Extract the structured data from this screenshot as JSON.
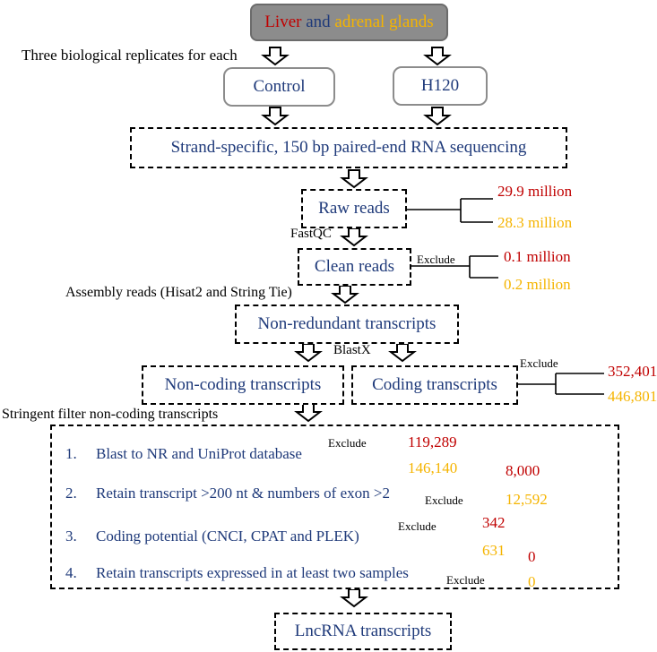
{
  "top_box": {
    "liver": "Liver",
    "and": "and",
    "adrenal": "adrenal glands"
  },
  "replicates_label": "Three biological replicates for each",
  "groups": {
    "control": "Control",
    "treatment": "H120"
  },
  "sequencing": "Strand-specific, 150 bp paired-end RNA sequencing",
  "raw_reads": {
    "label": "Raw reads",
    "red_value": "29.9 million",
    "gold_value": "28.3 million"
  },
  "fastqc_label": "FastQC",
  "clean_reads": {
    "label": "Clean reads",
    "exclude": "Exclude",
    "red_value": "0.1 million",
    "gold_value": "0.2 million"
  },
  "assembly_label": "Assembly reads (Hisat2 and String Tie)",
  "non_redundant": "Non-redundant transcripts",
  "blastx_label": "BlastX",
  "non_coding": "Non-coding transcripts",
  "coding": {
    "label": "Coding transcripts",
    "exclude": "Exclude",
    "red_value": "352,401",
    "gold_value": "446,801"
  },
  "filter_label": "Stringent filter non-coding transcripts",
  "filter_steps": [
    {
      "num": "1.",
      "text": "Blast to NR and UniProt database",
      "exclude": "Exclude",
      "red_value": "119,289",
      "gold_value": "146,140"
    },
    {
      "num": "2.",
      "text": "Retain transcript >200 nt & numbers of exon >2",
      "exclude": "Exclude",
      "red_value": "8,000",
      "gold_value": "12,592"
    },
    {
      "num": "3.",
      "text": "Coding potential (CNCI, CPAT and PLEK)",
      "exclude": "Exclude",
      "red_value": "342",
      "gold_value": "631"
    },
    {
      "num": "4.",
      "text": "Retain transcripts expressed in at least two samples",
      "exclude": "Exclude",
      "red_value": "0",
      "gold_value": "0"
    }
  ],
  "lncrna": "LncRNA transcripts",
  "colors": {
    "navy": "#1f3a7a",
    "red": "#c00000",
    "gold": "#f5b400",
    "top_fill": "#8c8c8c"
  }
}
